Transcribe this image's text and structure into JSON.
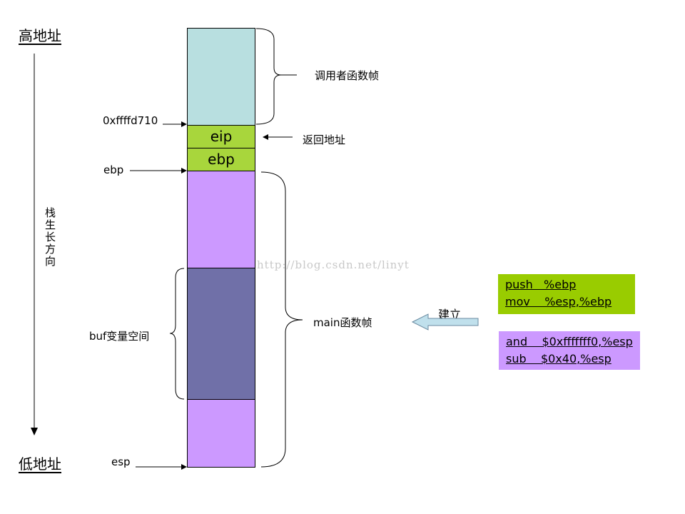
{
  "labels": {
    "high_addr": "高地址",
    "low_addr": "低地址",
    "growth": "栈生长方向",
    "caller_frame": "调用者函数帧",
    "return_addr": "返回地址",
    "main_frame": "main函数帧",
    "buf_space": "buf变量空间",
    "build": "建立",
    "watermark": "http://blog.csdn.net/linyt"
  },
  "pointers": {
    "addr": "0xffffd710",
    "ebp": "ebp",
    "esp": "esp"
  },
  "stack": {
    "eip": "eip",
    "ebp": "ebp"
  },
  "code": {
    "setup": [
      "push   %ebp",
      "mov    %esp,%ebp"
    ],
    "alloc": [
      "and    $0xfffffff0,%esp",
      "sub    $0x40,%esp"
    ]
  },
  "colors": {
    "caller": "#b8dfe0",
    "saved": "#a8d63c",
    "frame": "#cc99ff",
    "buf": "#7070a8",
    "setup_box": "#99cc00",
    "alloc_box": "#cc99ff",
    "arrow_fill": "#c0e0ec"
  }
}
